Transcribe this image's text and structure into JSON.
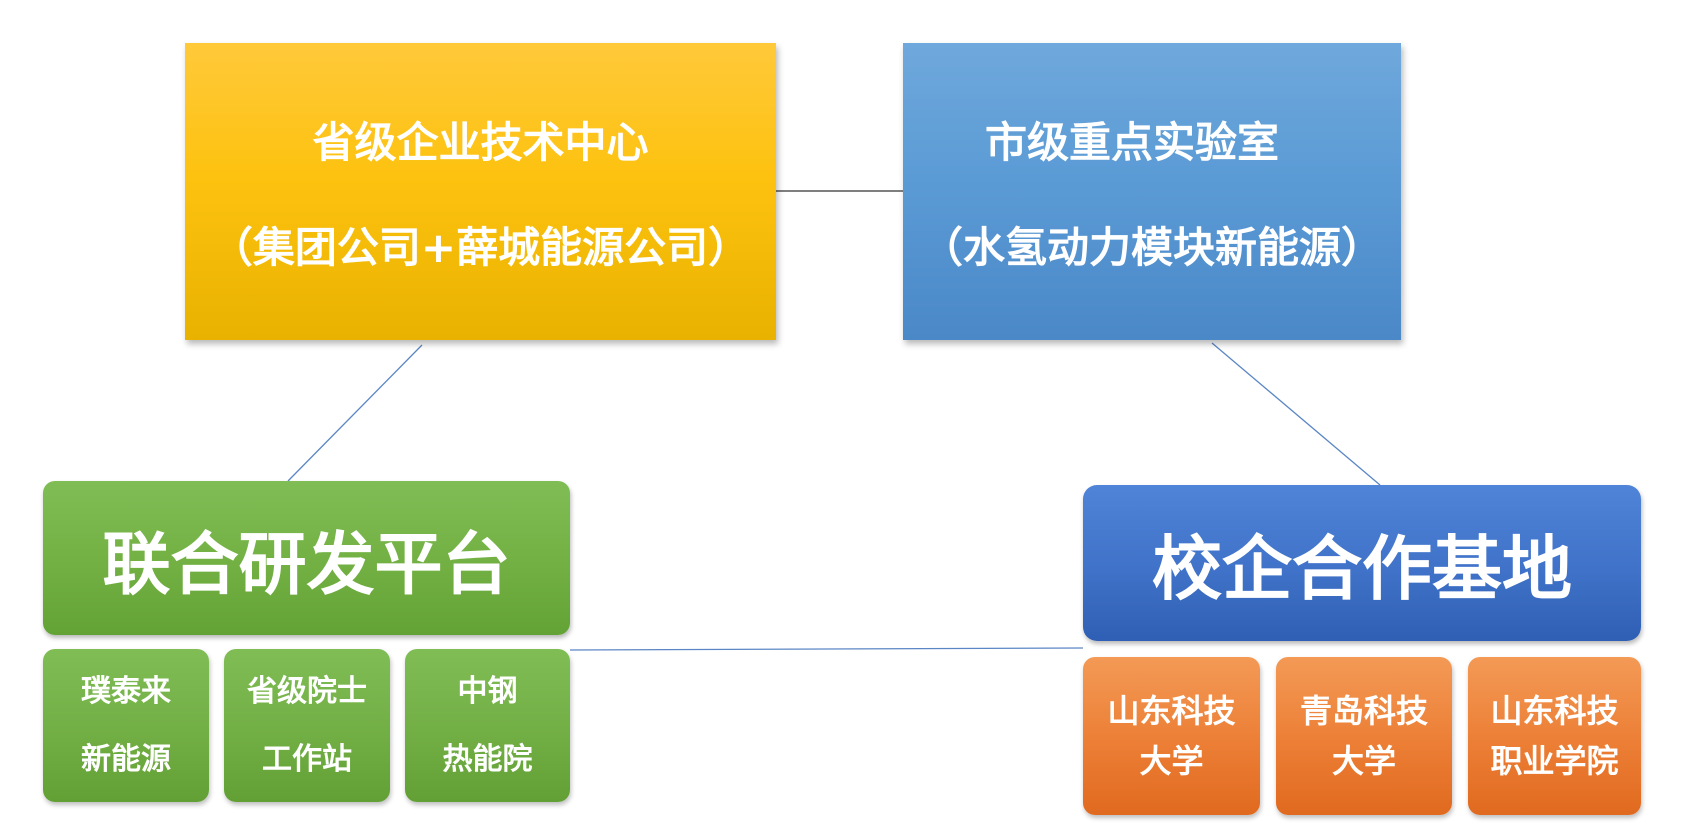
{
  "nodes": {
    "provincial_center": {
      "line1": "省级企业技术中心",
      "line2": "（集团公司+薛城能源公司）"
    },
    "municipal_lab": {
      "line1": "市级重点实验室",
      "line2": "（水氢动力模块新能源）"
    },
    "joint_rd": {
      "title": "联合研发平台",
      "members": [
        {
          "line1": "璞泰来",
          "line2": "新能源"
        },
        {
          "line1": "省级院士",
          "line2": "工作站"
        },
        {
          "line1": "中钢",
          "line2": "热能院"
        }
      ]
    },
    "school_enterprise": {
      "title": "校企合作基地",
      "members": [
        {
          "line1": "山东科技",
          "line2": "大学"
        },
        {
          "line1": "青岛科技",
          "line2": "大学"
        },
        {
          "line1": "山东科技",
          "line2": "职业学院"
        }
      ]
    }
  },
  "colors": {
    "yellow": "#FDC20F",
    "light_blue": "#5B9BD5",
    "green": "#70AD47",
    "royal_blue": "#3F72C8",
    "orange": "#ED7D31",
    "connector_dark": "#333333",
    "connector_blue": "#5B86C5"
  }
}
